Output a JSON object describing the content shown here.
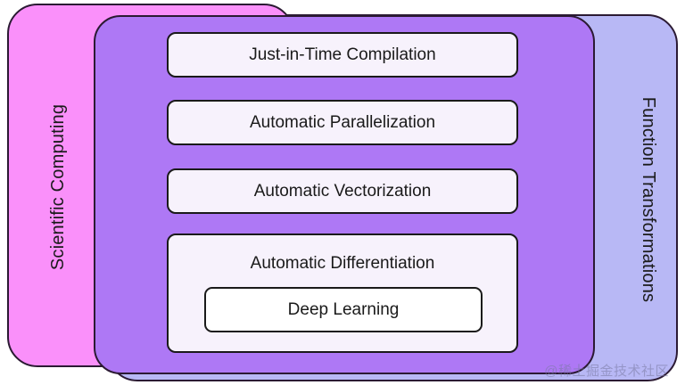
{
  "diagram": {
    "type": "nested-containment",
    "outer_left": {
      "label": "Scientific Computing",
      "color": "#fa90fa",
      "orientation": "vertical-bottom-to-top"
    },
    "outer_right": {
      "label": "Function Transformations",
      "color": "#b8b8f5",
      "orientation": "vertical-top-to-bottom"
    },
    "middle": {
      "color": "#ae78f5"
    },
    "cards": [
      {
        "label": "Just-in-Time Compilation"
      },
      {
        "label": "Automatic Parallelization"
      },
      {
        "label": "Automatic Vectorization"
      },
      {
        "label": "Automatic Differentiation"
      }
    ],
    "nested_card": {
      "label": "Deep Learning",
      "parent": "Automatic Differentiation"
    },
    "watermark": "@稀土掘金技术社区",
    "colors": {
      "pink": "#fa90fa",
      "lavender": "#b8b8f5",
      "purple": "#ae78f5",
      "card_bg": "#f7f2fc",
      "nested_card_bg": "#ffffff",
      "stroke": "#1a1a1a",
      "text": "#1a1a1a"
    }
  }
}
